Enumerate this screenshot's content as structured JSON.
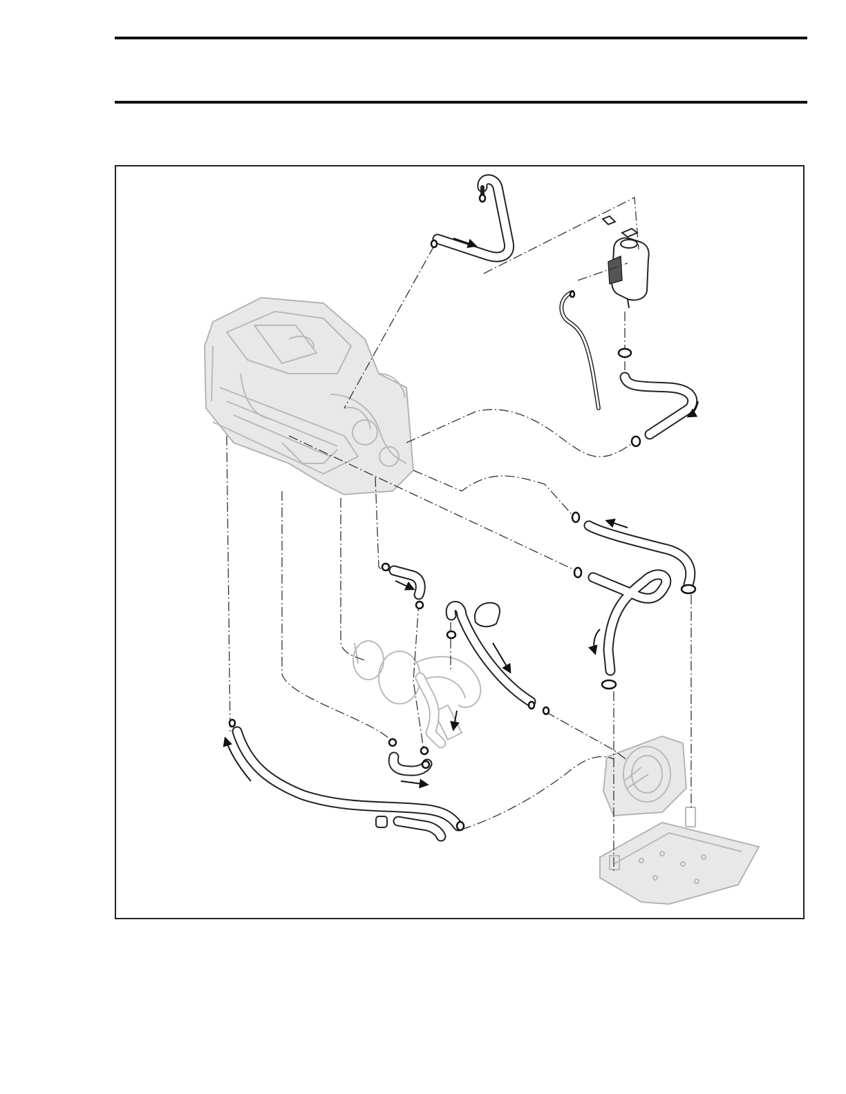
{
  "page": {
    "header_rule_count": 2
  },
  "diagram": {
    "subject": "cooling-system-hose-routing",
    "components": [
      "engine",
      "coolant-reservoir",
      "intercooler",
      "exhaust-manifold",
      "ride-plate",
      "jet-pump-support"
    ],
    "colors": {
      "line": "#222222",
      "ghost": "#b9b9b9",
      "background": "#ffffff"
    }
  }
}
